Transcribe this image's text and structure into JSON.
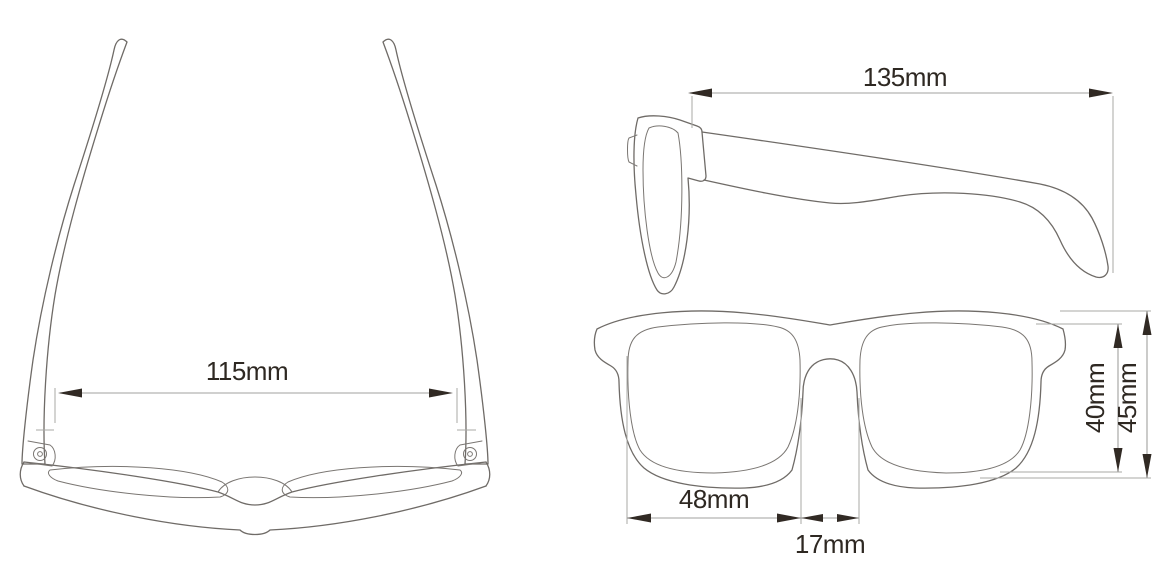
{
  "diagram": {
    "subject": "sunglasses-dimension-diagram",
    "views": {
      "top": {
        "dimension_labels": [
          {
            "id": "overall-temple-spread",
            "text": "115mm"
          }
        ]
      },
      "side": {
        "dimension_labels": [
          {
            "id": "temple-length",
            "text": "135mm"
          }
        ]
      },
      "front": {
        "dimension_labels": [
          {
            "id": "lens-width",
            "text": "48mm"
          },
          {
            "id": "bridge-width",
            "text": "17mm"
          },
          {
            "id": "lens-height",
            "text": "40mm"
          },
          {
            "id": "frame-height",
            "text": "45mm"
          }
        ]
      }
    }
  },
  "colors": {
    "background": "#ffffff",
    "outline": "#6f6b67",
    "dimension_line": "#a1a19f",
    "arrow_and_text": "#2e2822"
  }
}
